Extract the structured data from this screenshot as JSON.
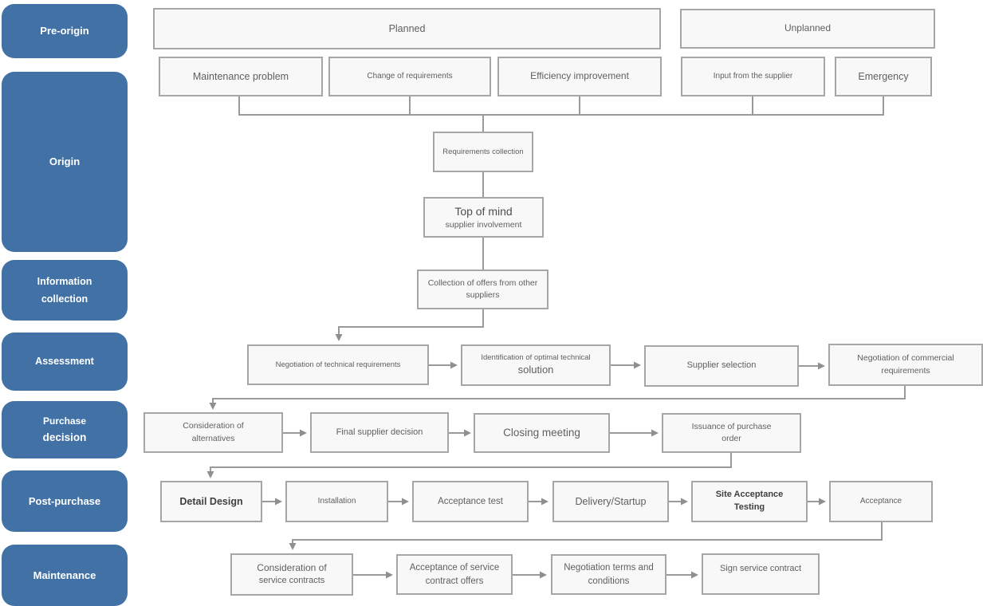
{
  "title": "Purchasing process flowchart",
  "colors": {
    "sidebar_blue": "#4272a5",
    "box_fill": "#f8f8f8",
    "box_border": "#a6a6a6",
    "connector": "#999999",
    "text": "#5f5f5f"
  },
  "sidebar": {
    "items": [
      {
        "label": "Pre-origin"
      },
      {
        "label": "Origin"
      },
      {
        "line1": "Information",
        "line2": "collection"
      },
      {
        "label": "Assessment"
      },
      {
        "line1": "Purchase",
        "line2": "decision"
      },
      {
        "label": "Post-purchase"
      },
      {
        "label": "Maintenance"
      }
    ]
  },
  "nodes": {
    "planned": {
      "label": "Planned"
    },
    "unplanned": {
      "label": "Unplanned"
    },
    "maintenance_problem": {
      "label": "Maintenance problem"
    },
    "change_of_requirements": {
      "label": "Change of requirements"
    },
    "efficiency_improvement": {
      "label": "Efficiency improvement"
    },
    "input_from_supplier": {
      "label": "Input from the supplier"
    },
    "emergency": {
      "label": "Emergency"
    },
    "requirements_collection": {
      "label": "Requirements collection"
    },
    "top_of_mind": {
      "line1": "Top of mind",
      "line2": "supplier involvement"
    },
    "collection_offers": {
      "line1": "Collection of offers from other",
      "line2": "suppliers"
    },
    "negotiation_technical": {
      "label": "Negotiation of technical requirements"
    },
    "identification_optimal": {
      "line1": "Identification of optimal technical",
      "line2": "solution"
    },
    "supplier_selection": {
      "label": "Supplier selection"
    },
    "negotiation_commercial": {
      "line1": "Negotiation of commercial",
      "line2": "requirements"
    },
    "consideration_alternatives": {
      "line1": "Consideration of",
      "line2": "alternatives"
    },
    "final_supplier_decision": {
      "label": "Final supplier decision"
    },
    "closing_meeting": {
      "label": "Closing meeting"
    },
    "issuance_purchase_order": {
      "line1": "Issuance of purchase",
      "line2": "order"
    },
    "detail_design": {
      "label": "Detail Design"
    },
    "installation": {
      "label": "Installation"
    },
    "acceptance_test": {
      "label": "Acceptance test"
    },
    "delivery_startup": {
      "label": "Delivery/Startup"
    },
    "site_acceptance_testing": {
      "line1": "Site Acceptance",
      "line2": "Testing"
    },
    "acceptance": {
      "label": "Acceptance"
    },
    "consideration_service_contracts": {
      "line1": "Consideration of",
      "line2": "service contracts"
    },
    "acceptance_service_offers": {
      "line1": "Acceptance of service",
      "line2": "contract offers"
    },
    "negotiation_terms_conditions": {
      "line1": "Negotiation terms and",
      "line2": "conditions"
    },
    "sign_service_contract": {
      "label": "Sign service contract"
    }
  }
}
